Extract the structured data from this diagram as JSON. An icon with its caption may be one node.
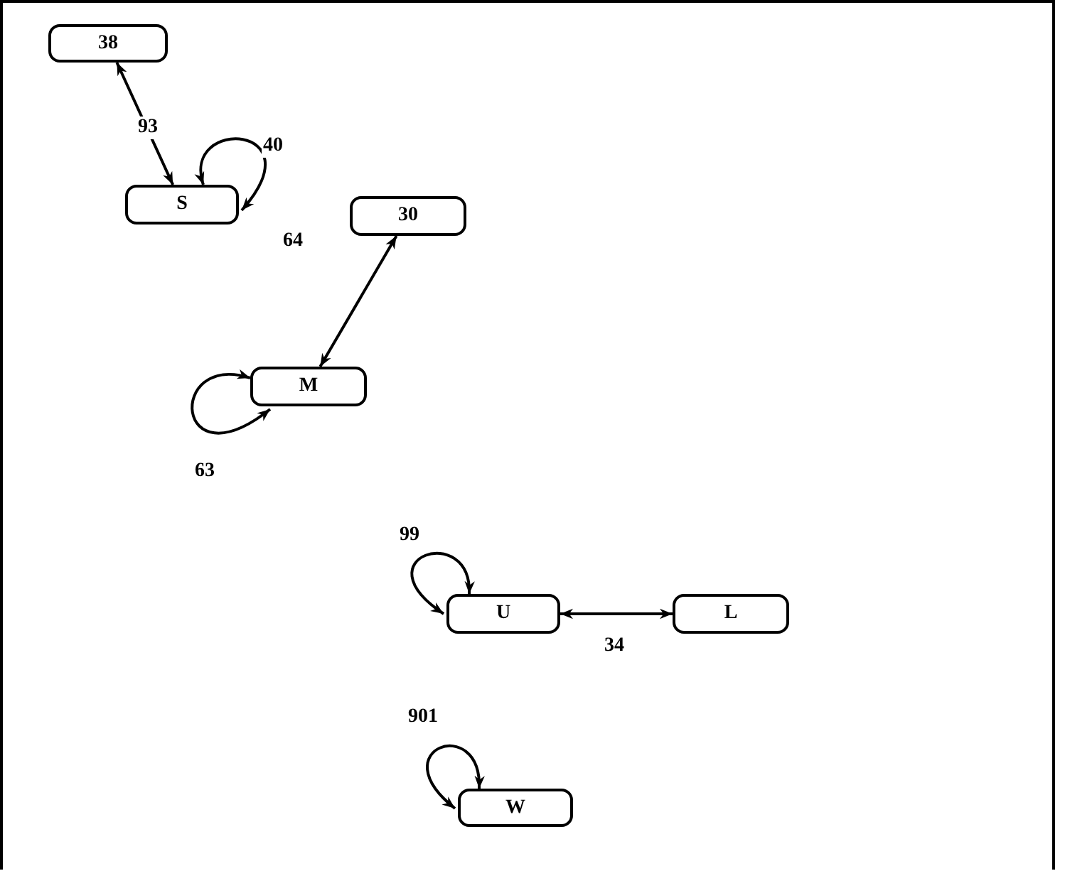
{
  "diagram": {
    "nodes": [
      {
        "text": [
          "38"
        ]
      },
      {
        "text": [
          "S"
        ]
      },
      {
        "text": [
          "30"
        ]
      },
      {
        "text": [
          "M"
        ]
      },
      {
        "text": [
          "U"
        ]
      },
      {
        "text": [
          "L"
        ]
      },
      {
        "text": [
          "W"
        ]
      }
    ],
    "edges": [
      {
        "from": 0,
        "to": 1,
        "arrow": "both",
        "label": "93"
      },
      {
        "from": 1,
        "to": 1,
        "arrow": "both",
        "label": "40"
      },
      {
        "from": 2,
        "to": 3,
        "arrow": "both",
        "label": "64"
      },
      {
        "from": 3,
        "to": 3,
        "arrow": "both",
        "label": "63"
      },
      {
        "from": 4,
        "to": 4,
        "arrow": "both",
        "label": "99"
      },
      {
        "from": 4,
        "to": 5,
        "arrow": "both",
        "label": "34"
      },
      {
        "from": 6,
        "to": 6,
        "arrow": "both",
        "label": "901"
      }
    ]
  }
}
